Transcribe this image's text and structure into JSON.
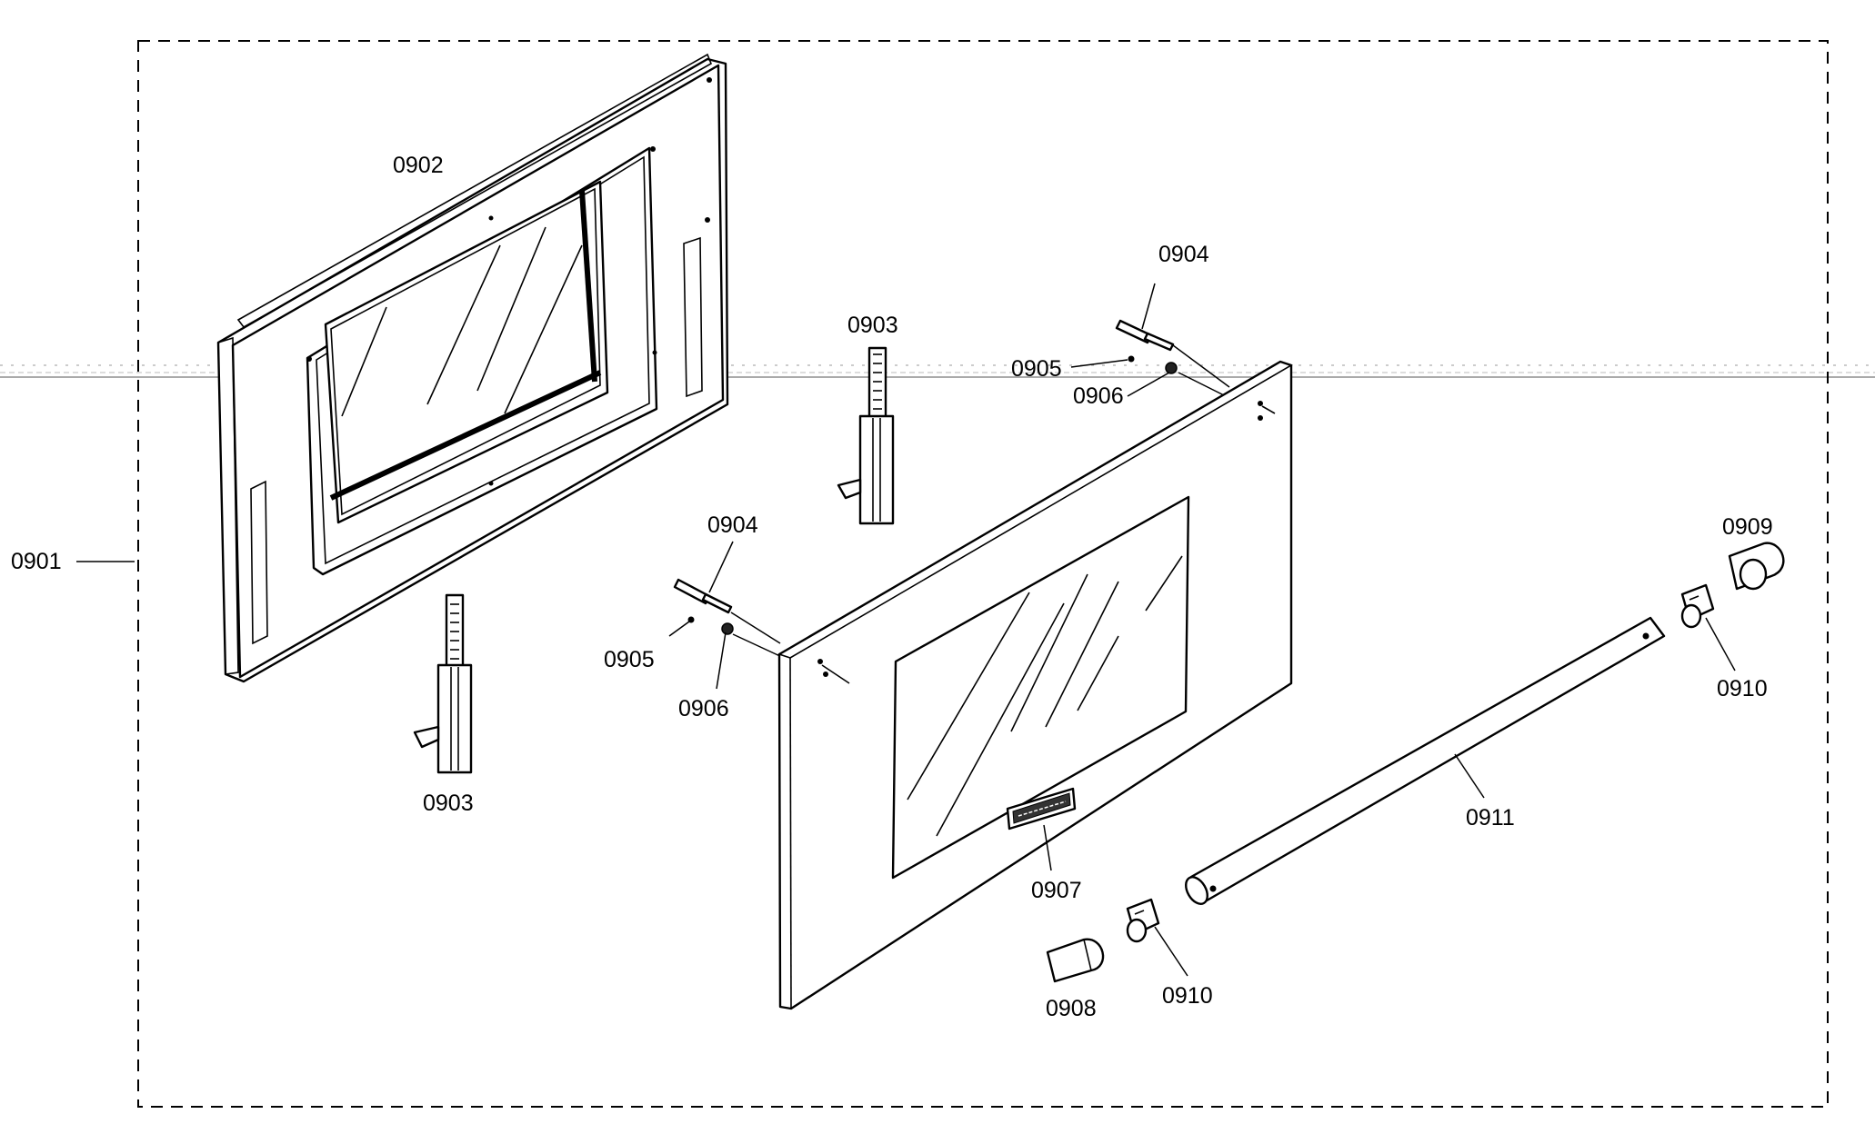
{
  "diagram": {
    "callouts": {
      "c0901": "0901",
      "c0902": "0902",
      "c0903a": "0903",
      "c0903b": "0903",
      "c0904a": "0904",
      "c0904b": "0904",
      "c0905a": "0905",
      "c0905b": "0905",
      "c0906a": "0906",
      "c0906b": "0906",
      "c0907": "0907",
      "c0908": "0908",
      "c0909": "0909",
      "c0910a": "0910",
      "c0910b": "0910",
      "c0911": "0911"
    }
  }
}
